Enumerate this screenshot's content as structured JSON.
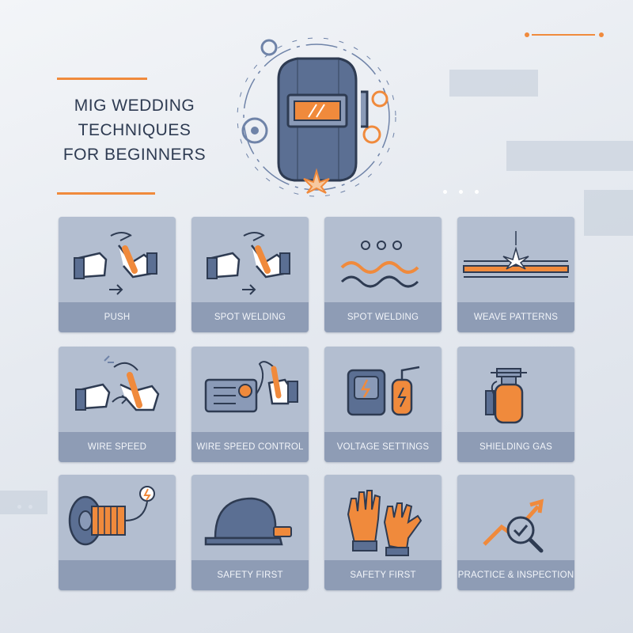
{
  "title": {
    "line1": "MIG WEDDING",
    "line2": "TECHNIQUES",
    "line3": "FOR BEGINNERS"
  },
  "colors": {
    "accent": "#f08a3c",
    "navy": "#2e3b52",
    "card": "#b3bed0",
    "label_bar": "#8e9cb5",
    "icon_blue": "#6f83a8"
  },
  "hero": {
    "icon": "welding-helmet-icon"
  },
  "cards": [
    {
      "label": "PUSH",
      "icon": "torch-push-icon"
    },
    {
      "label": "SPOT WELDING",
      "icon": "torch-push-icon"
    },
    {
      "label": "SPOT WELDING",
      "icon": "weld-wave-icon"
    },
    {
      "label": "WEAVE PATTERNS",
      "icon": "weld-bead-spark-icon"
    },
    {
      "label": "WIRE SPEED",
      "icon": "torch-hand-icon"
    },
    {
      "label": "WIRE SPEED CONTROL",
      "icon": "welding-machine-icon"
    },
    {
      "label": "VOLTAGE SETTINGS",
      "icon": "power-unit-extinguisher-icon"
    },
    {
      "label": "SHIELDING GAS",
      "icon": "gas-cylinder-icon"
    },
    {
      "label": "",
      "icon": "wire-spool-icon"
    },
    {
      "label": "SAFETY FIRST",
      "icon": "hard-hat-icon"
    },
    {
      "label": "SAFETY FIRST",
      "icon": "gloves-icon"
    },
    {
      "label": "PRACTICE & INSPECTION",
      "icon": "magnifier-check-icon"
    }
  ]
}
